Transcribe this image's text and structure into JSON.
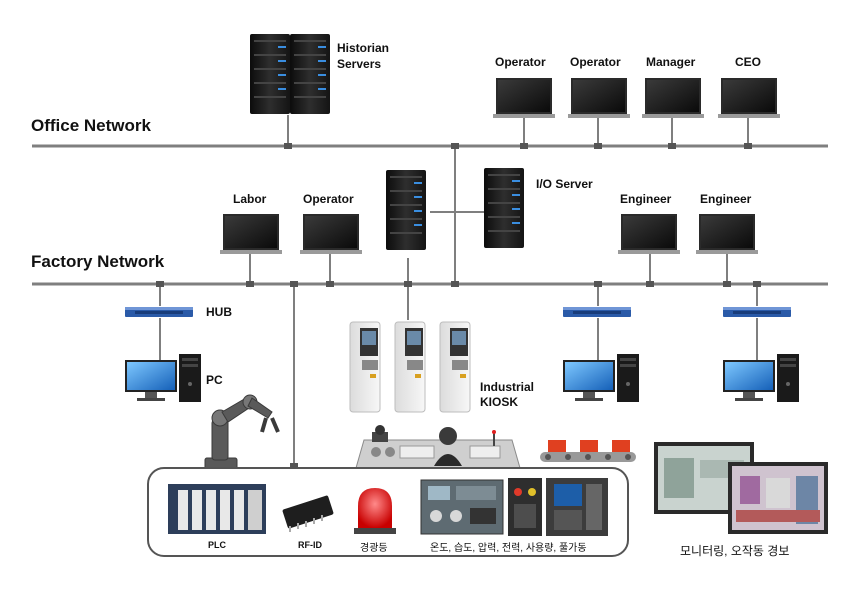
{
  "networks": {
    "office": "Office Network",
    "factory": "Factory Network"
  },
  "labels": {
    "historian_line1": "Historian",
    "historian_line2": "Servers",
    "operator1": "Operator",
    "operator2": "Operator",
    "manager": "Manager",
    "ceo": "CEO",
    "io_server": "I/O Server",
    "labor": "Labor",
    "factory_operator": "Operator",
    "engineer1": "Engineer",
    "engineer2": "Engineer",
    "hub": "HUB",
    "pc": "PC",
    "kiosk_line1": "Industrial",
    "kiosk_line2": "KIOSK"
  },
  "floor_devices": {
    "plc": "PLC",
    "rfid": "RF-ID",
    "warning_light": "경광등",
    "sensors": "온도, 습도, 압력, 전력, 사용량, 풀가동"
  },
  "monitoring": "모니터링, 오작동 경보",
  "colors": {
    "network_line": "#7f7f7f",
    "server_dark": "#1e1e1e",
    "server_accent": "#3a8ee0",
    "hub_blue": "#2a5aa8",
    "screen_blue": "#2b7fd4",
    "alarm_red": "#e02020"
  }
}
